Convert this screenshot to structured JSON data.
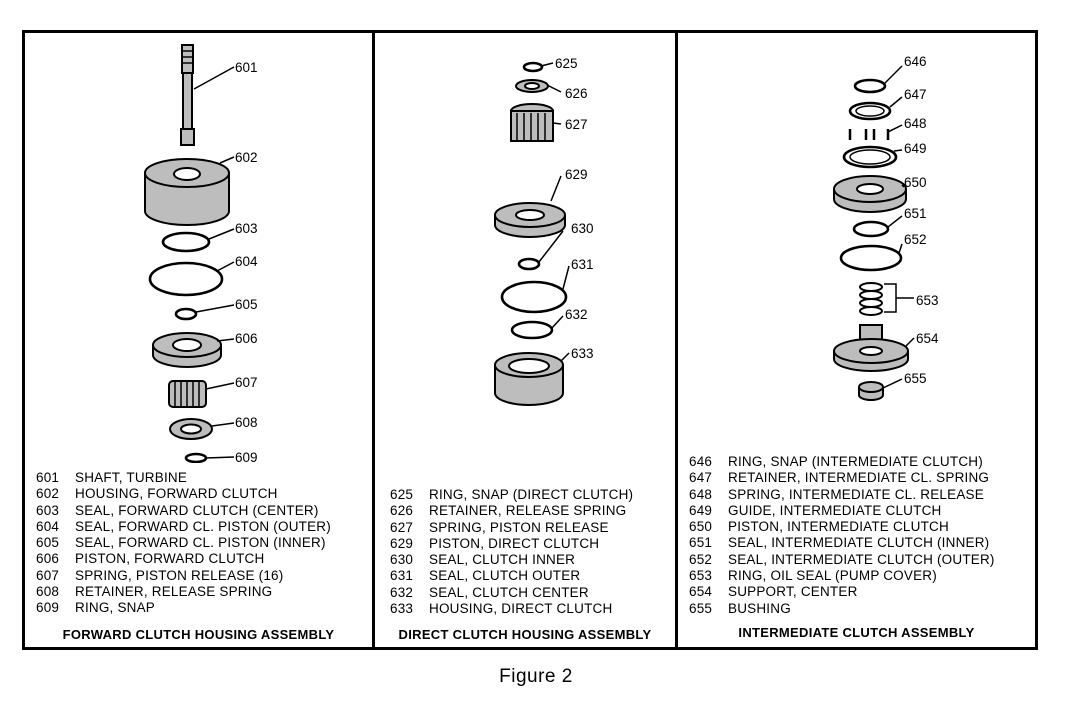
{
  "figure": {
    "caption": "Figure 2"
  },
  "panels": [
    {
      "title": "FORWARD CLUTCH HOUSING ASSEMBLY",
      "callouts": [
        "601",
        "602",
        "603",
        "604",
        "605",
        "606",
        "607",
        "608",
        "609"
      ],
      "parts": [
        {
          "num": "601",
          "desc": "SHAFT, TURBINE"
        },
        {
          "num": "602",
          "desc": "HOUSING, FORWARD CLUTCH"
        },
        {
          "num": "603",
          "desc": "SEAL, FORWARD CLUTCH (CENTER)"
        },
        {
          "num": "604",
          "desc": "SEAL, FORWARD CL. PISTON (OUTER)"
        },
        {
          "num": "605",
          "desc": "SEAL, FORWARD CL. PISTON (INNER)"
        },
        {
          "num": "606",
          "desc": "PISTON, FORWARD CLUTCH"
        },
        {
          "num": "607",
          "desc": "SPRING, PISTON RELEASE (16)"
        },
        {
          "num": "608",
          "desc": "RETAINER, RELEASE SPRING"
        },
        {
          "num": "609",
          "desc": "RING, SNAP"
        }
      ]
    },
    {
      "title": "DIRECT CLUTCH HOUSING ASSEMBLY",
      "callouts": [
        "625",
        "626",
        "627",
        "629",
        "630",
        "631",
        "632",
        "633"
      ],
      "parts": [
        {
          "num": "625",
          "desc": "RING, SNAP (DIRECT CLUTCH)"
        },
        {
          "num": "626",
          "desc": "RETAINER, RELEASE SPRING"
        },
        {
          "num": "627",
          "desc": "SPRING, PISTON RELEASE"
        },
        {
          "num": "629",
          "desc": "PISTON, DIRECT CLUTCH"
        },
        {
          "num": "630",
          "desc": "SEAL, CLUTCH INNER"
        },
        {
          "num": "631",
          "desc": "SEAL, CLUTCH OUTER"
        },
        {
          "num": "632",
          "desc": "SEAL, CLUTCH CENTER"
        },
        {
          "num": "633",
          "desc": "HOUSING, DIRECT CLUTCH"
        }
      ]
    },
    {
      "title": "INTERMEDIATE CLUTCH ASSEMBLY",
      "callouts": [
        "646",
        "647",
        "648",
        "649",
        "650",
        "651",
        "652",
        "653",
        "654",
        "655"
      ],
      "parts": [
        {
          "num": "646",
          "desc": "RING, SNAP (INTERMEDIATE CLUTCH)"
        },
        {
          "num": "647",
          "desc": "RETAINER, INTERMEDIATE CL. SPRING"
        },
        {
          "num": "648",
          "desc": "SPRING, INTERMEDIATE CL. RELEASE"
        },
        {
          "num": "649",
          "desc": "GUIDE, INTERMEDIATE CLUTCH"
        },
        {
          "num": "650",
          "desc": "PISTON, INTERMEDIATE CLUTCH"
        },
        {
          "num": "651",
          "desc": "SEAL, INTERMEDIATE CLUTCH (INNER)"
        },
        {
          "num": "652",
          "desc": "SEAL, INTERMEDIATE CLUTCH (OUTER)"
        },
        {
          "num": "653",
          "desc": "RING, OIL SEAL (PUMP COVER)"
        },
        {
          "num": "654",
          "desc": "SUPPORT, CENTER"
        },
        {
          "num": "655",
          "desc": "BUSHING"
        }
      ]
    }
  ]
}
